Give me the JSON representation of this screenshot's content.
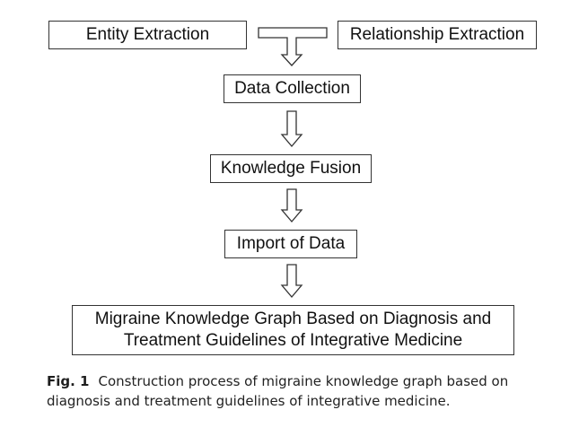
{
  "diagram": {
    "nodes": {
      "entity_extraction": "Entity Extraction",
      "relationship_extraction": "Relationship Extraction",
      "data_collection": "Data Collection",
      "knowledge_fusion": "Knowledge Fusion",
      "import_of_data": "Import of Data",
      "final_line1": "Migraine Knowledge Graph Based on Diagnosis and",
      "final_line2": "Treatment Guidelines of Integrative Medicine"
    },
    "edges": [
      {
        "from": "entity_extraction",
        "to": "data_collection"
      },
      {
        "from": "relationship_extraction",
        "to": "data_collection"
      },
      {
        "from": "data_collection",
        "to": "knowledge_fusion"
      },
      {
        "from": "knowledge_fusion",
        "to": "import_of_data"
      },
      {
        "from": "import_of_data",
        "to": "final"
      }
    ]
  },
  "caption": {
    "label": "Fig. 1",
    "text": "Construction process of migraine knowledge graph based on diagnosis and treatment guidelines of integrative medicine."
  }
}
